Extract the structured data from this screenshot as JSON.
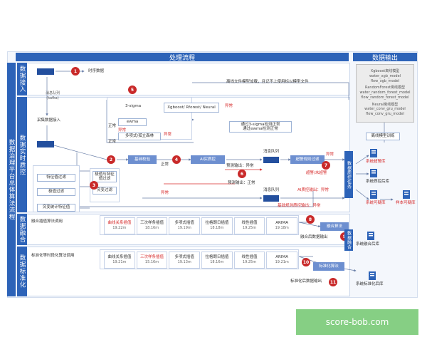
{
  "headers": {
    "process": "处理流程",
    "output": "数据输出"
  },
  "side": {
    "main": "数据治理平台总体算法流程",
    "ingest": "数据接入",
    "quality": "数据实时质控",
    "fusion": "数据融合",
    "normalize": "数据标准化"
  },
  "ingest": {
    "timeseries": "时序数据",
    "mq": "消息队列\n(kafka)",
    "collect": "采集数据接入"
  },
  "quality": {
    "filters": [
      "特征值过滤",
      "极值过滤",
      "突变统计特征值"
    ],
    "extremum": "极值与特征值过滤",
    "mutation": "突变过滤",
    "sigma": "3-sigma",
    "ewma": "ewma",
    "poly": "多项式/孤立森林",
    "models": "Xgboost/ Rforest/ Neural",
    "basic": "基础校验",
    "ai": "AI实质控",
    "alarm": "超警规则过滤",
    "verify": "通过3-sigma检测正常\n通过ewma检测正常",
    "load_note": "离线文件模型加载，且记不上使用标以模型文件",
    "normal": "正常",
    "abnormal": "异常",
    "msg_queue": "消息队列",
    "predict_abnormal": "预测输出：异常",
    "predict_normal": "预测输出：正常",
    "over_alarm": "超警/未超警",
    "ai_out_abnormal": "AI质控输出：异常",
    "rule_out_abnormal": "基础规则质控输出：异常"
  },
  "fusion": {
    "call": "融合插值算法调用",
    "algo": "融合算法",
    "output": "融合后数据输出",
    "methods": [
      {
        "name": "曲线关系插值",
        "time": "19.22m",
        "highlight": true
      },
      {
        "name": "三次样条插值",
        "time": "18.16m",
        "highlight": false
      },
      {
        "name": "多项式插值",
        "time": "19.19m",
        "highlight": false
      },
      {
        "name": "拉格朗日插值",
        "time": "18.18m",
        "highlight": false
      },
      {
        "name": "线性插值",
        "time": "19.25m",
        "highlight": false
      },
      {
        "name": "ARIMA",
        "time": "19.18m",
        "highlight": false
      }
    ]
  },
  "normalize": {
    "call": "标准化等时段化算法调用",
    "algo": "标准化算法",
    "output": "标准化后数据输出",
    "methods": [
      {
        "name": "曲线关系插值",
        "time": "19.21m",
        "highlight": false
      },
      {
        "name": "三次样条插值",
        "time": "15.16m",
        "highlight": true
      },
      {
        "name": "多项式插值",
        "time": "19.13m",
        "highlight": false
      },
      {
        "name": "拉格朗日插值",
        "time": "18.16m",
        "highlight": false
      },
      {
        "name": "线性插值",
        "time": "19.25m",
        "highlight": false
      },
      {
        "name": "ARIMA",
        "time": "19.21m",
        "highlight": false
      }
    ]
  },
  "output": {
    "models": [
      "Xgboost离线模型",
      "water_xgb_model",
      "flow_xgb_model",
      "",
      "RandomForest离线模型",
      "water_random_forest_model",
      "flow_random_forest_model",
      "",
      "Neural离线模型",
      "water_conv_gru_model",
      "flow_conv_gru_model"
    ],
    "train": "离线模型训练",
    "task": "数据质控任务",
    "dbs": [
      "系统超警库",
      "系统质控后库",
      "系统可疑库",
      "系统融合后库",
      "系统标准化后库"
    ],
    "sample": "样本可疑库",
    "fusion_task": "数据融合"
  },
  "markers": [
    "1",
    "2",
    "3",
    "4",
    "5",
    "6",
    "7",
    "8",
    "9",
    "10",
    "11"
  ],
  "watermark": "score-bob.com",
  "colors": {
    "primary": "#2d63b8",
    "accent": "#6d8fd0",
    "alert": "#d62b2b",
    "marker": "#c92a2a",
    "watermark": "#86cf84"
  }
}
